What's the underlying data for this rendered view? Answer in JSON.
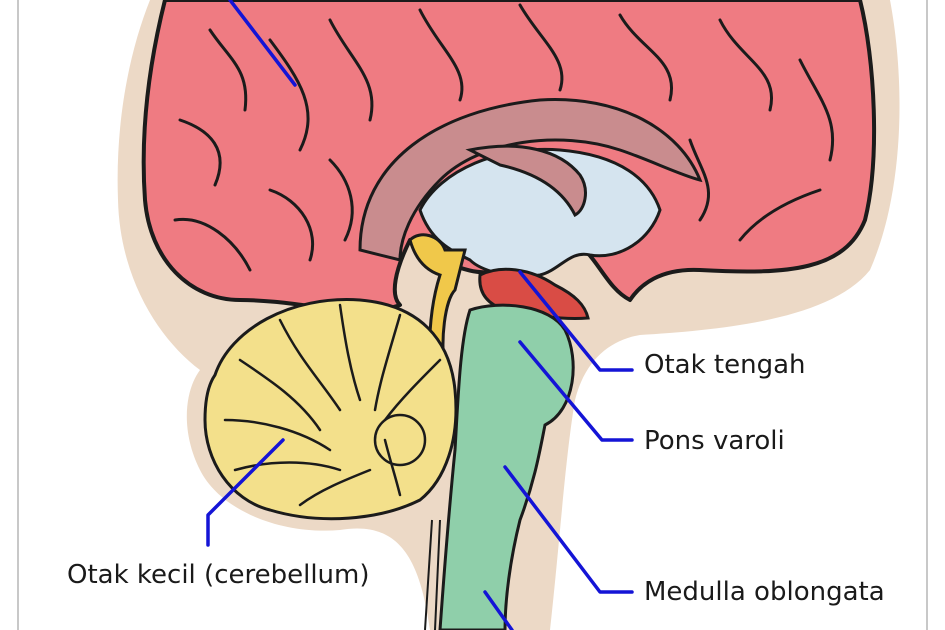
{
  "labels": {
    "midbrain": "Otak tengah",
    "pons": "Pons varoli",
    "medulla": "Medulla oblongata",
    "cerebellum": "Otak kecil (cerebellum)"
  },
  "colors": {
    "background": "#ffffff",
    "skull_outline": "#ecd9c6",
    "cerebrum": "#ef7b82",
    "cerebrum_dark": "#d85e66",
    "corpus_callosum": "#c98c8e",
    "ventricle": "#d5e4ef",
    "cerebellum": "#f3e08b",
    "brainstem": "#8fcfaa",
    "midbrain": "#d94c45",
    "pituitary": "#f0c84a",
    "leader_line": "#1414d6",
    "border": "#bfbfbf"
  }
}
